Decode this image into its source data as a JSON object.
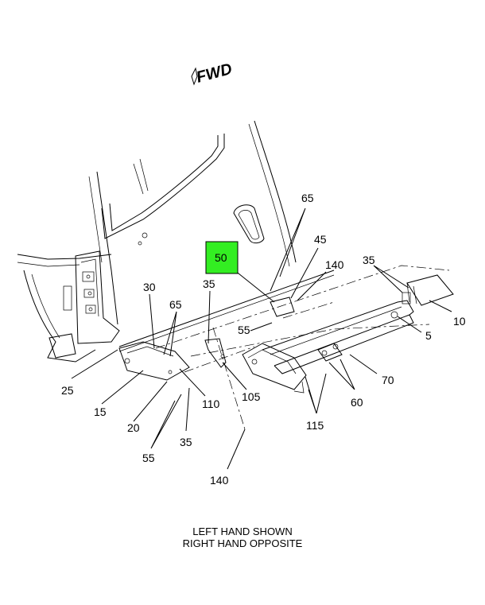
{
  "orientation": {
    "text": "FWD"
  },
  "callouts": {
    "c65a": "65",
    "c45": "45",
    "c140a": "140",
    "c35a": "35",
    "c10": "10",
    "c50": "50",
    "c35b": "35",
    "c30": "30",
    "c65b": "65",
    "c55a": "55",
    "c5": "5",
    "c70": "70",
    "c60": "60",
    "c25": "25",
    "c15": "15",
    "c110": "110",
    "c105": "105",
    "c115": "115",
    "c20": "20",
    "c35c": "35",
    "c55b": "55",
    "c140b": "140"
  },
  "highlight": {
    "callout": "50",
    "color": "#33ee22"
  },
  "note": {
    "line1": "LEFT HAND SHOWN",
    "line2": "RIGHT HAND OPPOSITE"
  }
}
